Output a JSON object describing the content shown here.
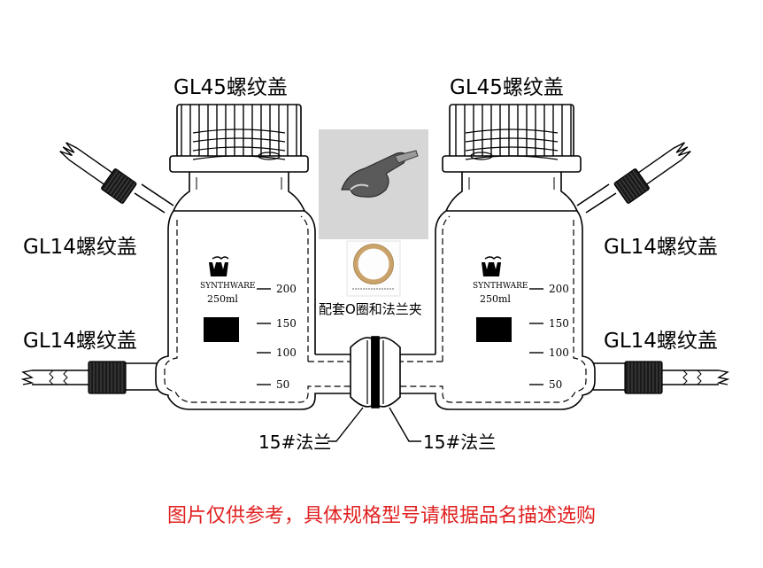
{
  "labels": {
    "cap_left_top": "GL45螺纹盖",
    "cap_right_top": "GL45螺纹盖",
    "gl14_left_upper": "GL14螺纹盖",
    "gl14_left_lower": "GL14螺纹盖",
    "gl14_right_upper": "GL14螺纹盖",
    "gl14_right_lower": "GL14螺纹盖",
    "flange_left": "15#法兰",
    "flange_right": "15#法兰",
    "accessory": "配套O圈和法兰夹"
  },
  "bottle": {
    "brand": "SYNTHWARE",
    "volume": "250ml",
    "graduations": [
      "200",
      "150",
      "100",
      "50"
    ]
  },
  "disclaimer": "图片仅供参考，具体规格型号请根据品名描述选购",
  "colors": {
    "disclaimer": "#e02020",
    "line": "#000000"
  }
}
